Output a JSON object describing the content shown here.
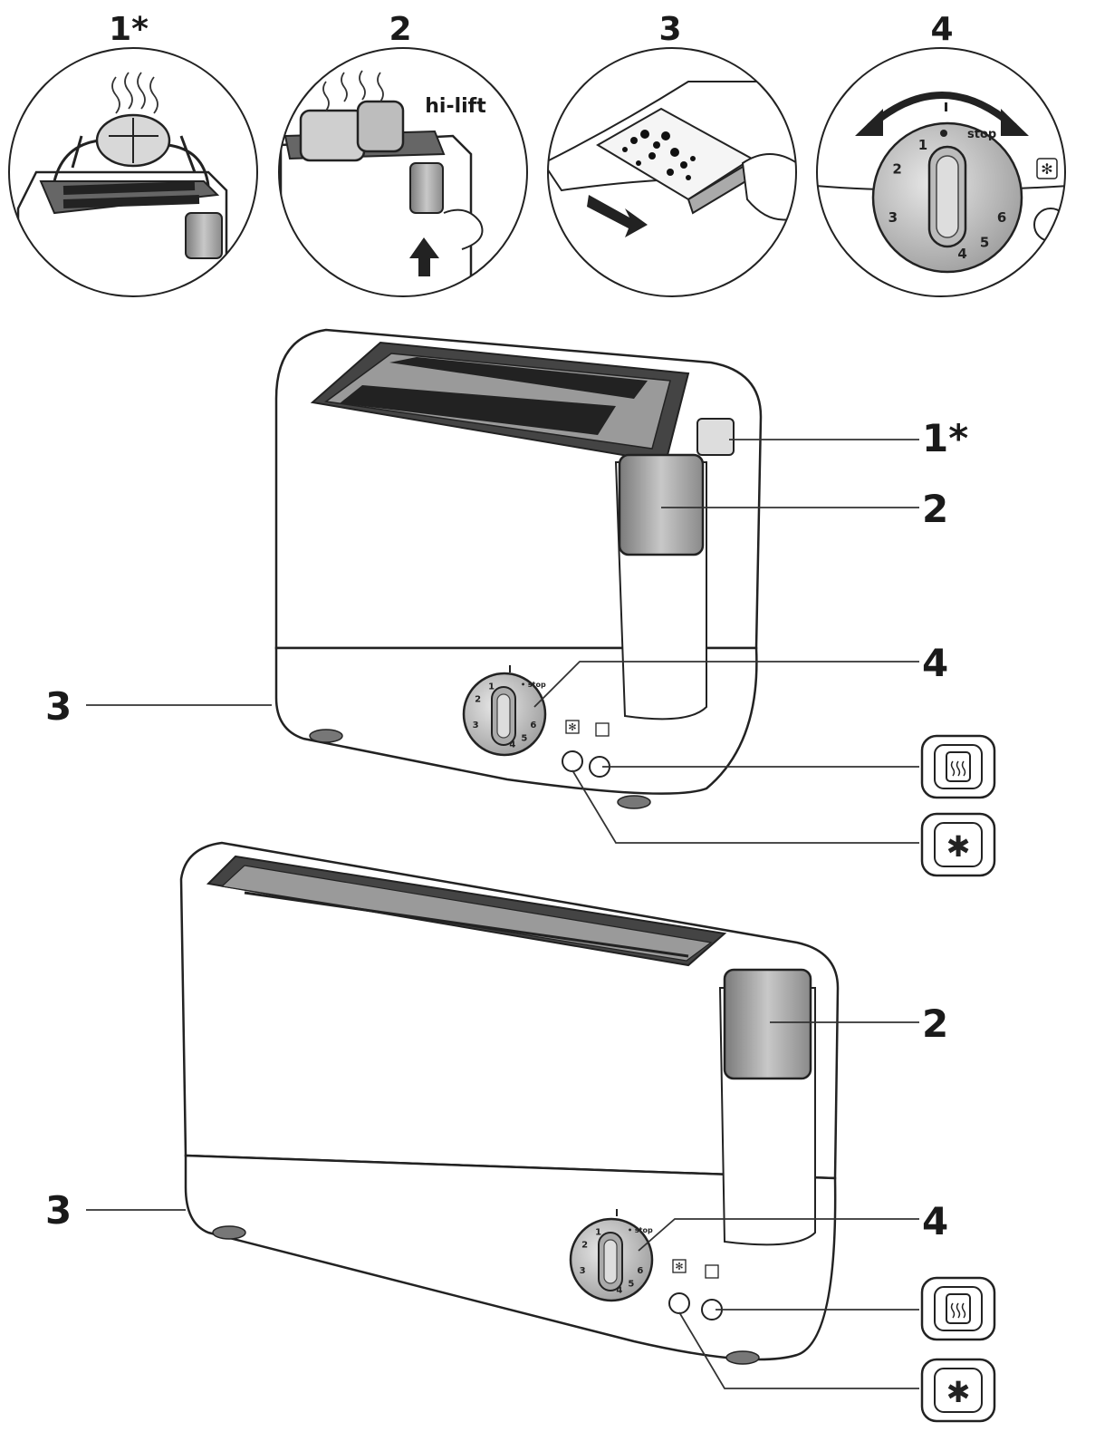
{
  "steps": [
    {
      "label": "1*"
    },
    {
      "label": "2",
      "caption": "hi-lift"
    },
    {
      "label": "3"
    },
    {
      "label": "4",
      "dial_stop": "stop",
      "dial_numbers": [
        "1",
        "2",
        "3",
        "4",
        "5",
        "6"
      ]
    }
  ],
  "toaster1": {
    "callouts": [
      "1*",
      "2",
      "4",
      "3"
    ],
    "dial_stop": "stop",
    "dial_numbers": [
      "1",
      "2",
      "3",
      "4",
      "5",
      "6"
    ]
  },
  "toaster2": {
    "callouts": [
      "2",
      "3",
      "4"
    ],
    "dial_stop": "stop",
    "dial_numbers": [
      "1",
      "2",
      "3",
      "4",
      "5",
      "6"
    ]
  },
  "icons": [
    "reheat-icon",
    "defrost-icon",
    "reheat-icon",
    "defrost-icon"
  ],
  "colors": {
    "line": "#222222",
    "accent_grey": "#9a9a9a",
    "dark_grey": "#555555"
  }
}
